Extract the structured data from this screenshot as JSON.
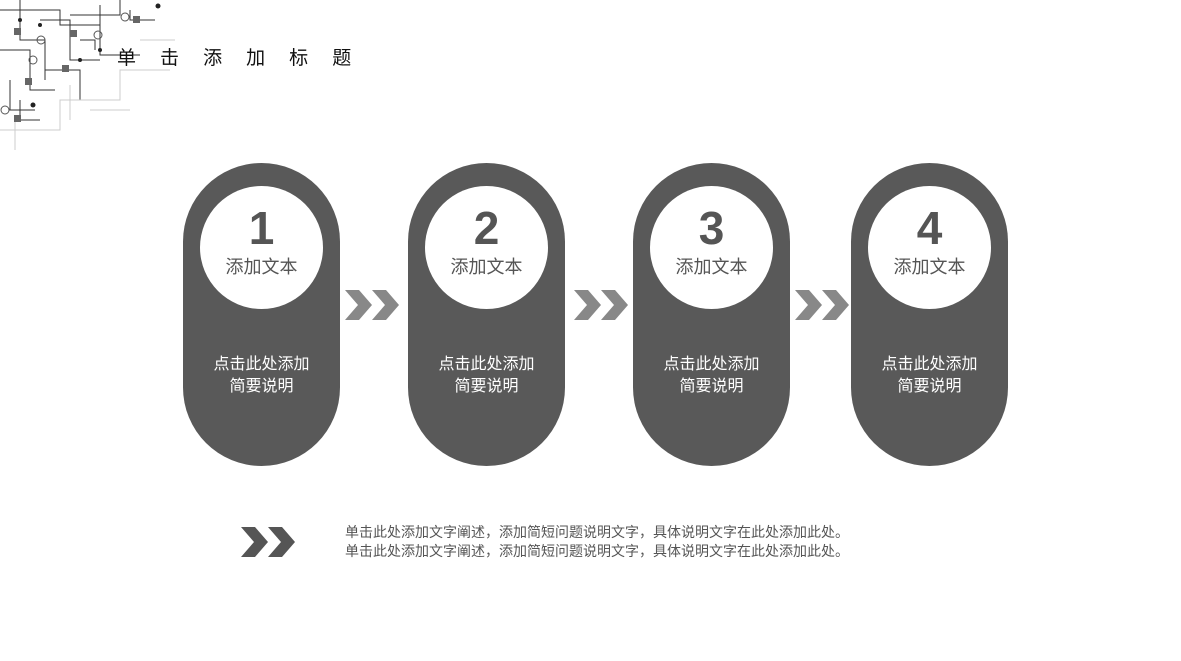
{
  "header": {
    "title": "单 击 添 加 标 题"
  },
  "steps": [
    {
      "number": "1",
      "label": "添加文本",
      "desc_line1": "点击此处添加",
      "desc_line2": "简要说明"
    },
    {
      "number": "2",
      "label": "添加文本",
      "desc_line1": "点击此处添加",
      "desc_line2": "简要说明"
    },
    {
      "number": "3",
      "label": "添加文本",
      "desc_line1": "点击此处添加",
      "desc_line2": "简要说明"
    },
    {
      "number": "4",
      "label": "添加文本",
      "desc_line1": "点击此处添加",
      "desc_line2": "简要说明"
    }
  ],
  "footer": {
    "line1": "单击此处添加文字阐述，添加简短问题说明文字，具体说明文字在此处添加此处。",
    "line2": "单击此处添加文字阐述，添加简短问题说明文字，具体说明文字在此处添加此处。"
  },
  "colors": {
    "pill": "#595959",
    "chevron_light": "#888888",
    "chevron_dark": "#555555",
    "text": "#555555"
  }
}
